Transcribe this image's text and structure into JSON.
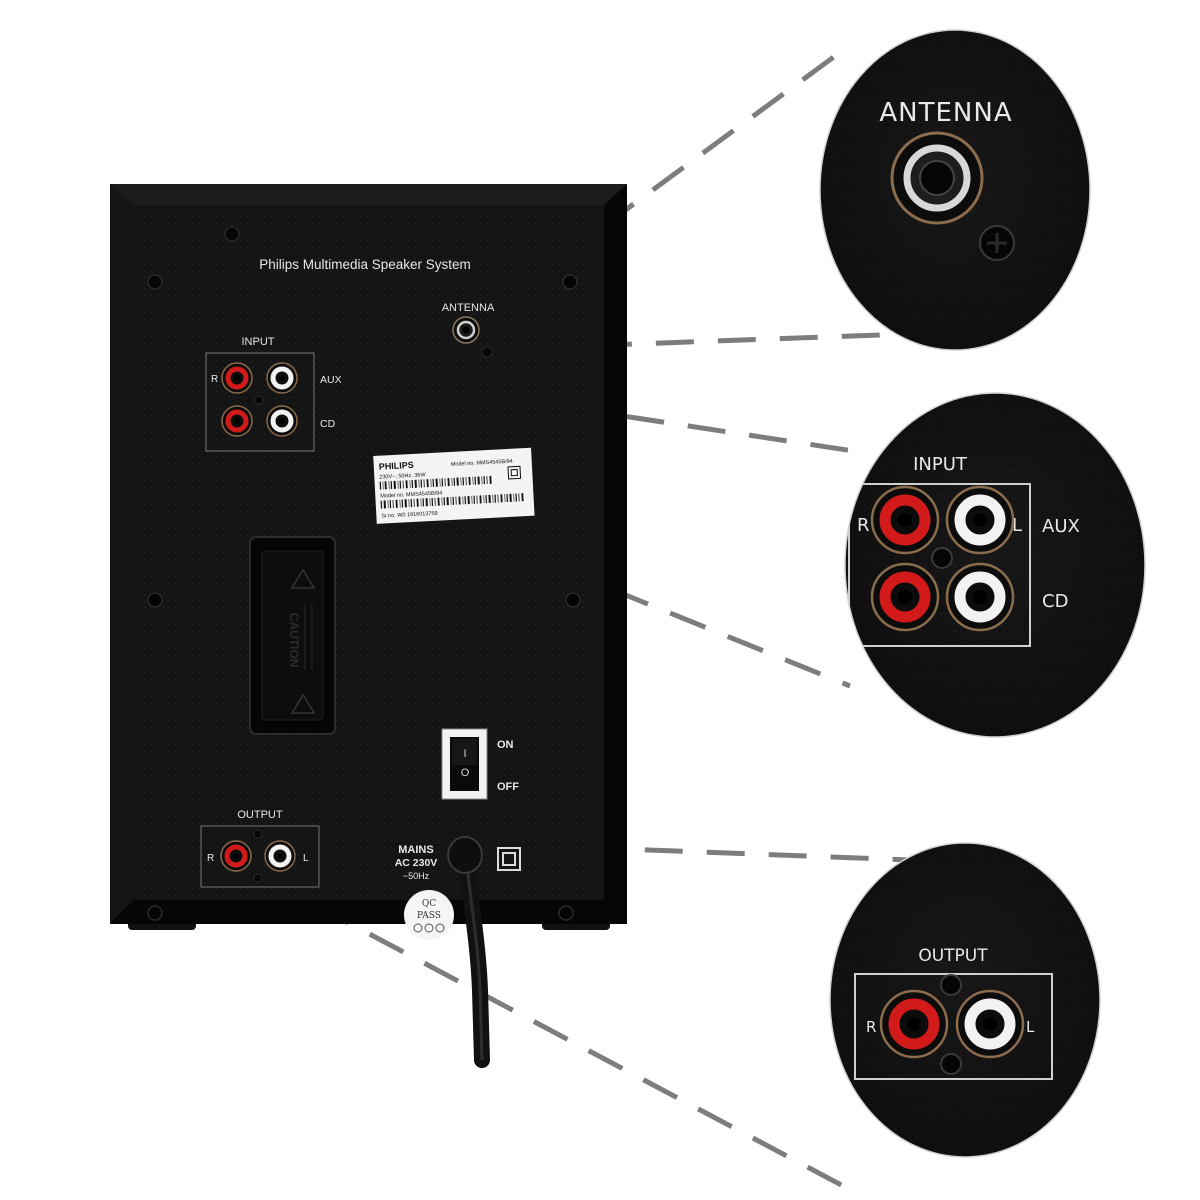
{
  "panel": {
    "title": "Philips Multimedia Speaker System",
    "antenna_label": "ANTENNA",
    "input_label": "INPUT",
    "output_label": "OUTPUT",
    "right_label": "R",
    "left_label": "L",
    "aux_label": "AUX",
    "cd_label": "CD",
    "on_label": "ON",
    "off_label": "OFF",
    "switch_on_symbol": "I",
    "switch_off_symbol": "O",
    "mains_label": "MAINS",
    "mains_voltage": "AC 230V",
    "mains_freq": "~50Hz",
    "qc_line1": "QC",
    "qc_line2": "PASS",
    "caution_label": "CAUTION"
  },
  "sticker": {
    "brand": "PHILIPS",
    "model_line": "Model no. MMS4545B/94",
    "rating": "230V~, 50Hz, 36W",
    "model_short": "Model no.  MMS4545B/94",
    "serial": "Sr.no.  W0 1916013759"
  },
  "zoom": {
    "antenna_label": "ANTENNA",
    "input_label": "INPUT",
    "r_label": "R",
    "l_label": "L",
    "aux_label": "AUX",
    "cd_label": "CD",
    "output_label": "OUTPUT",
    "out_r_label": "R",
    "out_l_label": "L"
  },
  "colors": {
    "cabinet": "#0b0b0b",
    "panel": "#151515",
    "jack_red": "#d21a1a",
    "jack_white": "#f2f2f2",
    "callout_dash": "#7a7a7a"
  }
}
